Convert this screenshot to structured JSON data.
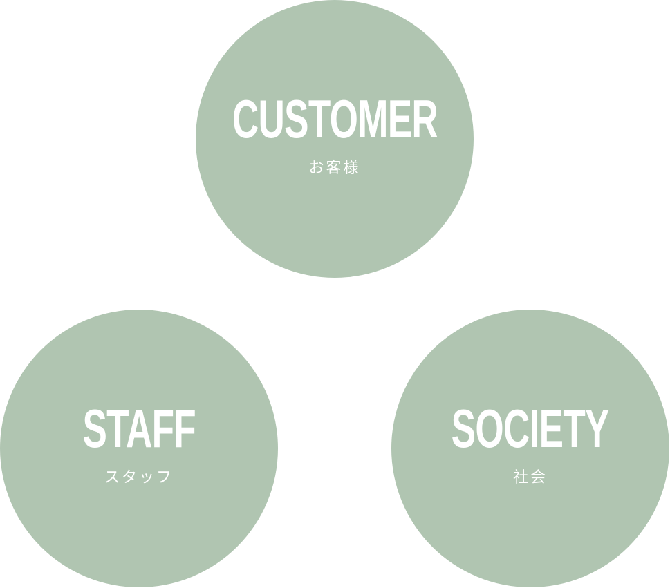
{
  "colors": {
    "circle_fill": "#b0c5b1",
    "text": "#ffffff",
    "background": "#ffffff"
  },
  "circles": [
    {
      "title": "CUSTOMER",
      "subtitle": "お客様"
    },
    {
      "title": "STAFF",
      "subtitle": "スタッフ"
    },
    {
      "title": "SOCIETY",
      "subtitle": "社会"
    }
  ]
}
